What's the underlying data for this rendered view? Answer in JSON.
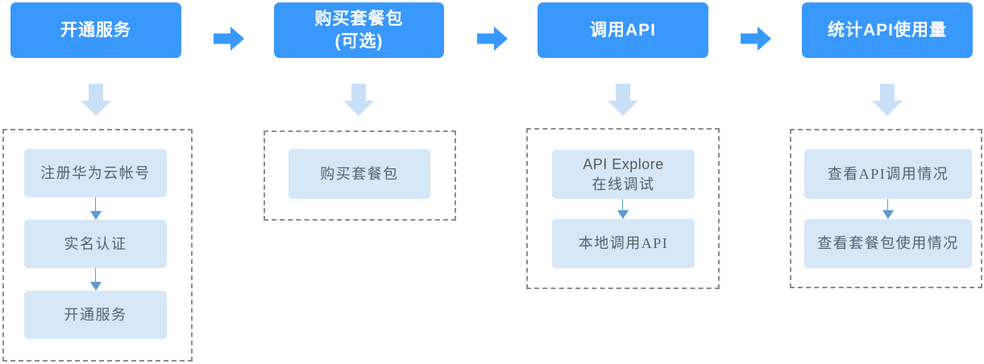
{
  "colors": {
    "primary_blue": "#3898FC",
    "light_arrow_blue": "#C9E0F9",
    "substep_fill": "#D6E7F8",
    "substep_text": "#55626D",
    "connector_blue": "#5B9BD5",
    "dashed_border_gray": "#8C8C8C",
    "header_text": "#FFFFFF"
  },
  "icons": {
    "flow_arrow": "right-block-arrow",
    "step_arrow": "down-block-arrow",
    "connector": "down-connector-arrow"
  },
  "flow": {
    "columns": [
      {
        "header": {
          "lines": [
            "开通服务"
          ]
        },
        "substeps": [
          {
            "lines": [
              "注册华为云帐号"
            ]
          },
          {
            "lines": [
              "实名认证"
            ]
          },
          {
            "lines": [
              "开通服务"
            ]
          }
        ]
      },
      {
        "header": {
          "lines": [
            "购买套餐包",
            "(可选)"
          ]
        },
        "substeps": [
          {
            "lines": [
              "购买套餐包"
            ]
          }
        ]
      },
      {
        "header": {
          "lines": [
            "调用API"
          ]
        },
        "substeps": [
          {
            "lines": [
              "API Explore",
              "在线调试"
            ]
          },
          {
            "lines": [
              "本地调用API"
            ]
          }
        ]
      },
      {
        "header": {
          "lines": [
            "统计API使用量"
          ]
        },
        "substeps": [
          {
            "lines": [
              "查看API调用情况"
            ]
          },
          {
            "lines": [
              "查看套餐包使用情况"
            ]
          }
        ]
      }
    ]
  }
}
